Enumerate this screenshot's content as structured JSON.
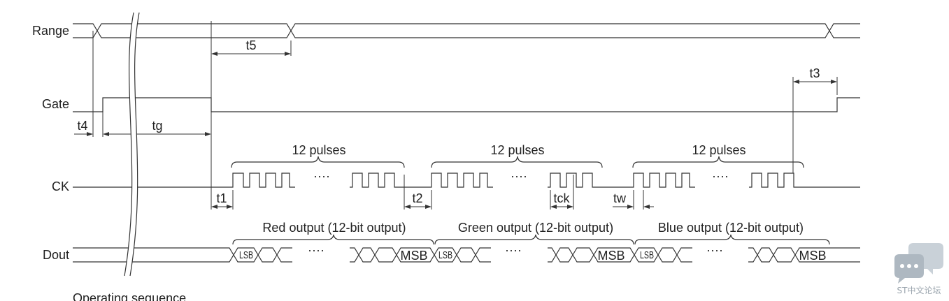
{
  "signals": {
    "range": "Range",
    "gate": "Gate",
    "ck": "CK",
    "dout": "Dout"
  },
  "timings": {
    "t5": "t5",
    "t4": "t4",
    "tg": "tg",
    "t3": "t3",
    "t1": "t1",
    "t2": "t2",
    "tck": "tck",
    "tw": "tw"
  },
  "pulse_groups": [
    "12 pulses",
    "12 pulses",
    "12 pulses"
  ],
  "outputs": [
    "Red output (12-bit output)",
    "Green output (12-bit output)",
    "Blue output (12-bit output)"
  ],
  "bits": {
    "lsb": "LSB",
    "msb": "MSB"
  },
  "ellipsis": "····",
  "caption": "Operating sequence",
  "watermark": "ST中文论坛",
  "colors": {
    "line": "#333333",
    "watermark_icon": "#b8c2cb"
  }
}
